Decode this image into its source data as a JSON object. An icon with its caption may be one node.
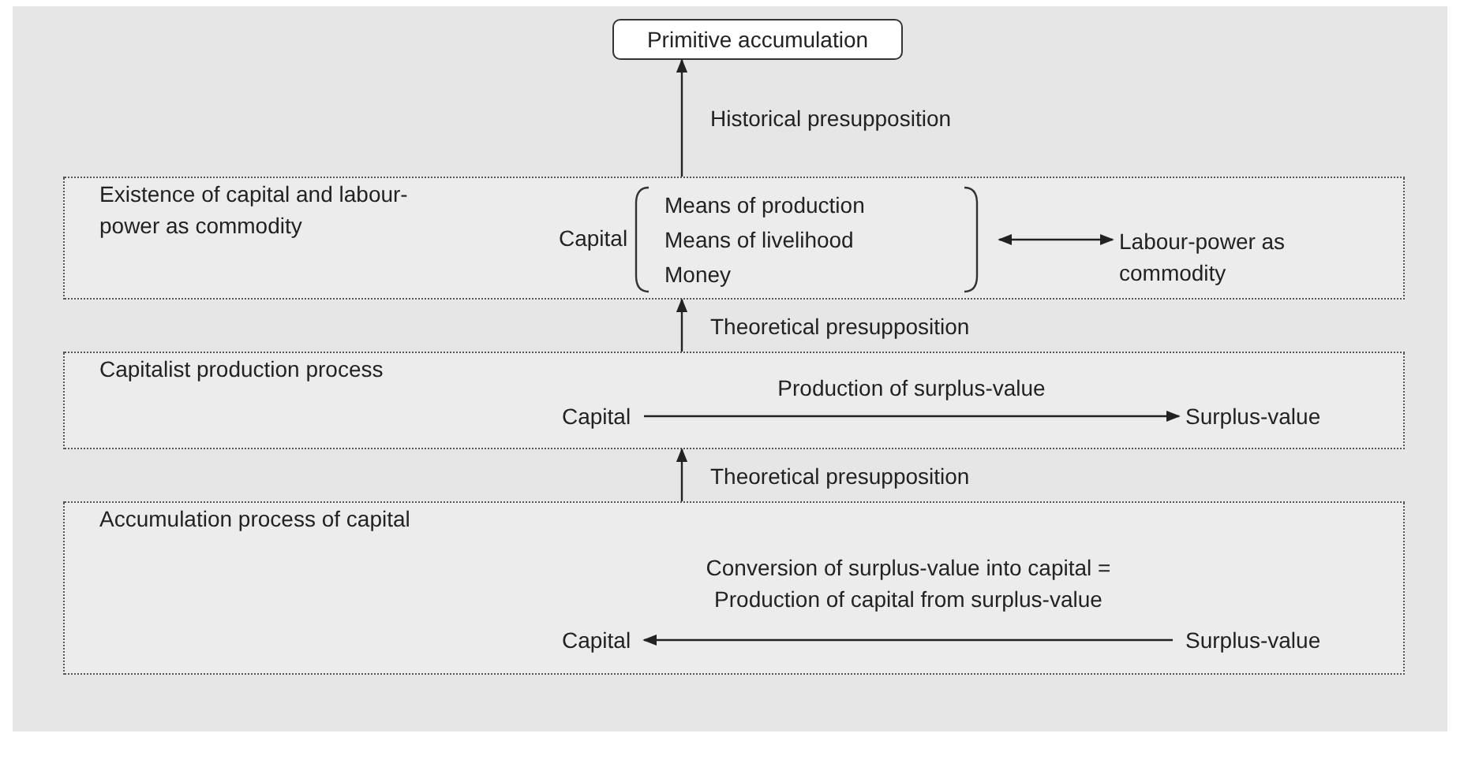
{
  "diagram": {
    "nodes": [
      {
        "text": [
          "Primitive accumulation"
        ]
      },
      {
        "text": [
          "Existence of capital and labour-power as commodity"
        ]
      },
      {
        "text": [
          "Capital"
        ],
        "in": 1
      },
      {
        "text": [
          "Means of production",
          "Means of livelihood",
          "Money"
        ],
        "in": 1
      },
      {
        "text": [
          "Labour-power as commodity"
        ],
        "in": 1
      },
      {
        "text": [
          "Capitalist production process"
        ]
      },
      {
        "text": [
          "Capital"
        ],
        "in": 5
      },
      {
        "text": [
          "Surplus-value"
        ],
        "in": 5
      },
      {
        "text": [
          "Accumulation process of capital"
        ]
      },
      {
        "text": [
          "Surplus-value"
        ],
        "in": 8
      },
      {
        "text": [
          "Capital"
        ],
        "in": 8
      }
    ],
    "edges": [
      {
        "from": 1,
        "to": 0,
        "arrow": "to",
        "label": "Historical presupposition"
      },
      {
        "from": 3,
        "to": 4,
        "arrow": "both"
      },
      {
        "from": 5,
        "to": 1,
        "arrow": "to",
        "label": "Theoretical presupposition"
      },
      {
        "from": 6,
        "to": 7,
        "arrow": "to",
        "label": "Production of surplus-value"
      },
      {
        "from": 8,
        "to": 5,
        "arrow": "to",
        "label": "Theoretical presupposition"
      },
      {
        "from": 9,
        "to": 10,
        "arrow": "to",
        "label": "Conversion of surplus-value into capital = Production of capital from surplus-value"
      }
    ]
  }
}
